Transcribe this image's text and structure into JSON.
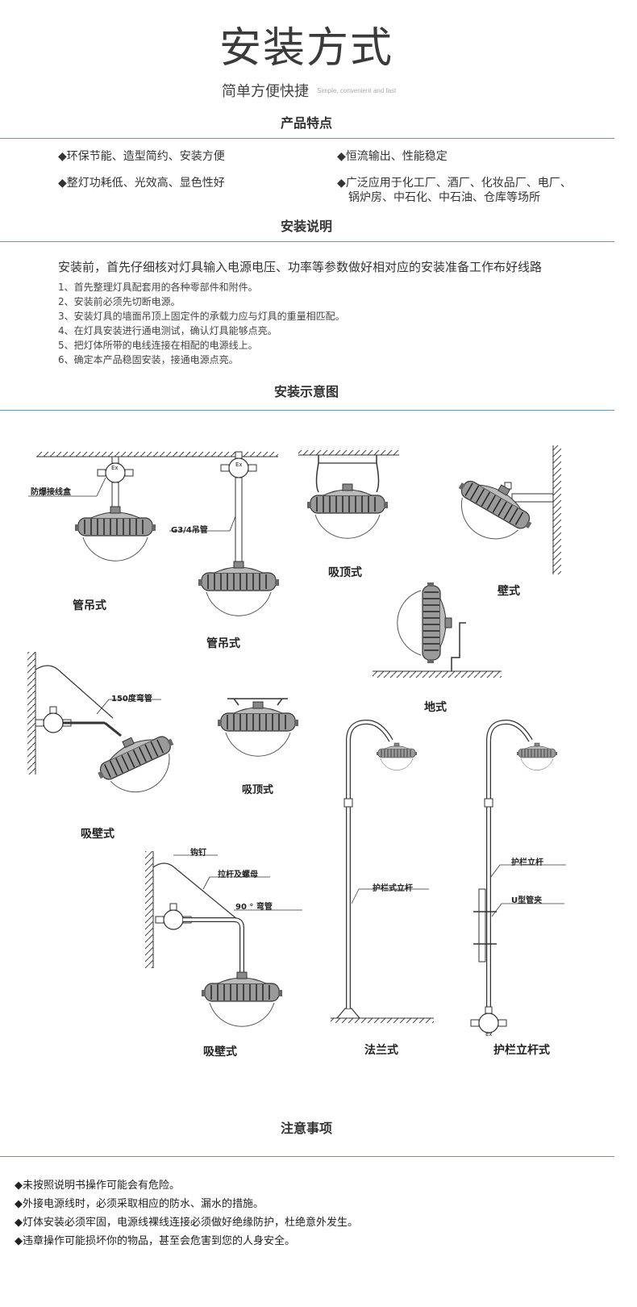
{
  "header": {
    "title": "安装方式",
    "subtitle": "简单方便快捷",
    "subtitle_en": "Simple, convenient and fast"
  },
  "features": {
    "heading": "产品特点",
    "items": [
      "◆环保节能、造型简约、安装方便",
      "◆恒流输出、性能稳定",
      "◆整灯功耗低、光效高、显色性好",
      "◆广泛应用于化工厂、酒厂、化妆品厂、电厂、",
      "锅炉房、中石化、中石油、仓库等场所"
    ]
  },
  "instructions": {
    "heading": "安装说明",
    "intro": "安装前，首先仔细核对灯具输入电源电压、功率等参数做好相对应的安装准备工作布好线路",
    "steps": [
      "1、首先整理灯具配套用的各种零部件和附件。",
      "2、安装前必须先切断电源。",
      "3、安装灯具的墙面吊顶上固定件的承载力应与灯具的重量相匹配。",
      "4、在灯具安装进行通电测试，确认灯具能够点亮。",
      "5、把灯体所带的电线连接在相配的电源线上。",
      "6、确定本产品稳固安装，接通电源点亮。"
    ]
  },
  "diagram": {
    "heading": "安装示意图",
    "captions": {
      "pipe_hang_1": "管吊式",
      "pipe_hang_2": "管吊式",
      "ceiling_1": "吸顶式",
      "wall": "壁式",
      "floor": "地式",
      "ceiling_2": "吸顶式",
      "wall_suction_1": "吸壁式",
      "wall_suction_2": "吸壁式",
      "flange": "法兰式",
      "guardrail": "护栏立杆式"
    },
    "labels": {
      "junction_box": "防爆接线盒",
      "g34_pipe": "G3/4吊管",
      "bend_150": "150度弯管",
      "hook_nail": "钩钉",
      "tie_rod": "拉杆及螺母",
      "bend_90": "90 ° 弯管",
      "rail_pole_1": "护栏式立杆",
      "rail_pole_2": "护栏立杆",
      "u_clamp": "U型管夹",
      "ex_mark": "Ex"
    }
  },
  "notes": {
    "heading": "注意事项",
    "items": [
      "◆未按照说明书操作可能会有危险。",
      "◆外接电源线时，必须采取相应的防水、漏水的措施。",
      "◆灯体安装必须牢固，电源线裸线连接必须做好绝缘防护，杜绝意外发生。",
      "◆违章操作可能损坏你的物品，甚至会危害到您的人身安全。"
    ]
  }
}
